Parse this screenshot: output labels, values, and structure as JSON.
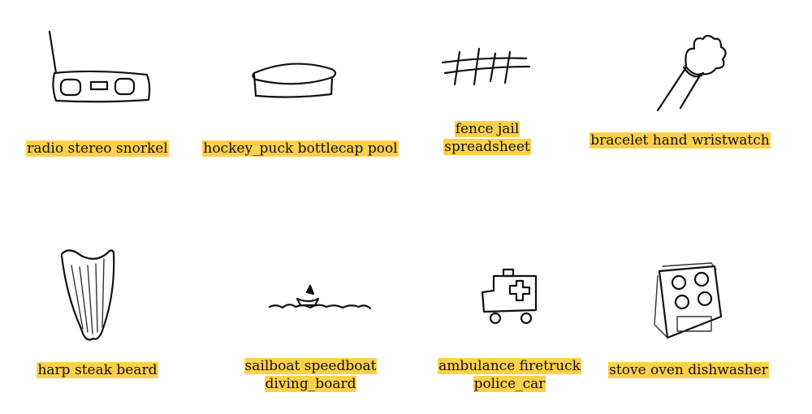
{
  "items": [
    {
      "name": "radio",
      "caption": "radio stereo snorkel"
    },
    {
      "name": "hockey_puck",
      "caption": "hockey_puck bottlecap pool"
    },
    {
      "name": "fence",
      "caption_lines": [
        "fence jail",
        "spreadsheet"
      ]
    },
    {
      "name": "bracelet",
      "caption": "bracelet hand wristwatch"
    },
    {
      "name": "harp",
      "caption": "harp steak beard"
    },
    {
      "name": "sailboat",
      "caption_lines": [
        "sailboat speedboat",
        "diving_board"
      ]
    },
    {
      "name": "ambulance",
      "caption_lines": [
        "ambulance firetruck",
        "police_car"
      ]
    },
    {
      "name": "stove",
      "caption": "stove oven dishwasher"
    }
  ],
  "colors": {
    "highlight": "#fcd04b",
    "ink": "#111111",
    "background": "#ffffff"
  }
}
